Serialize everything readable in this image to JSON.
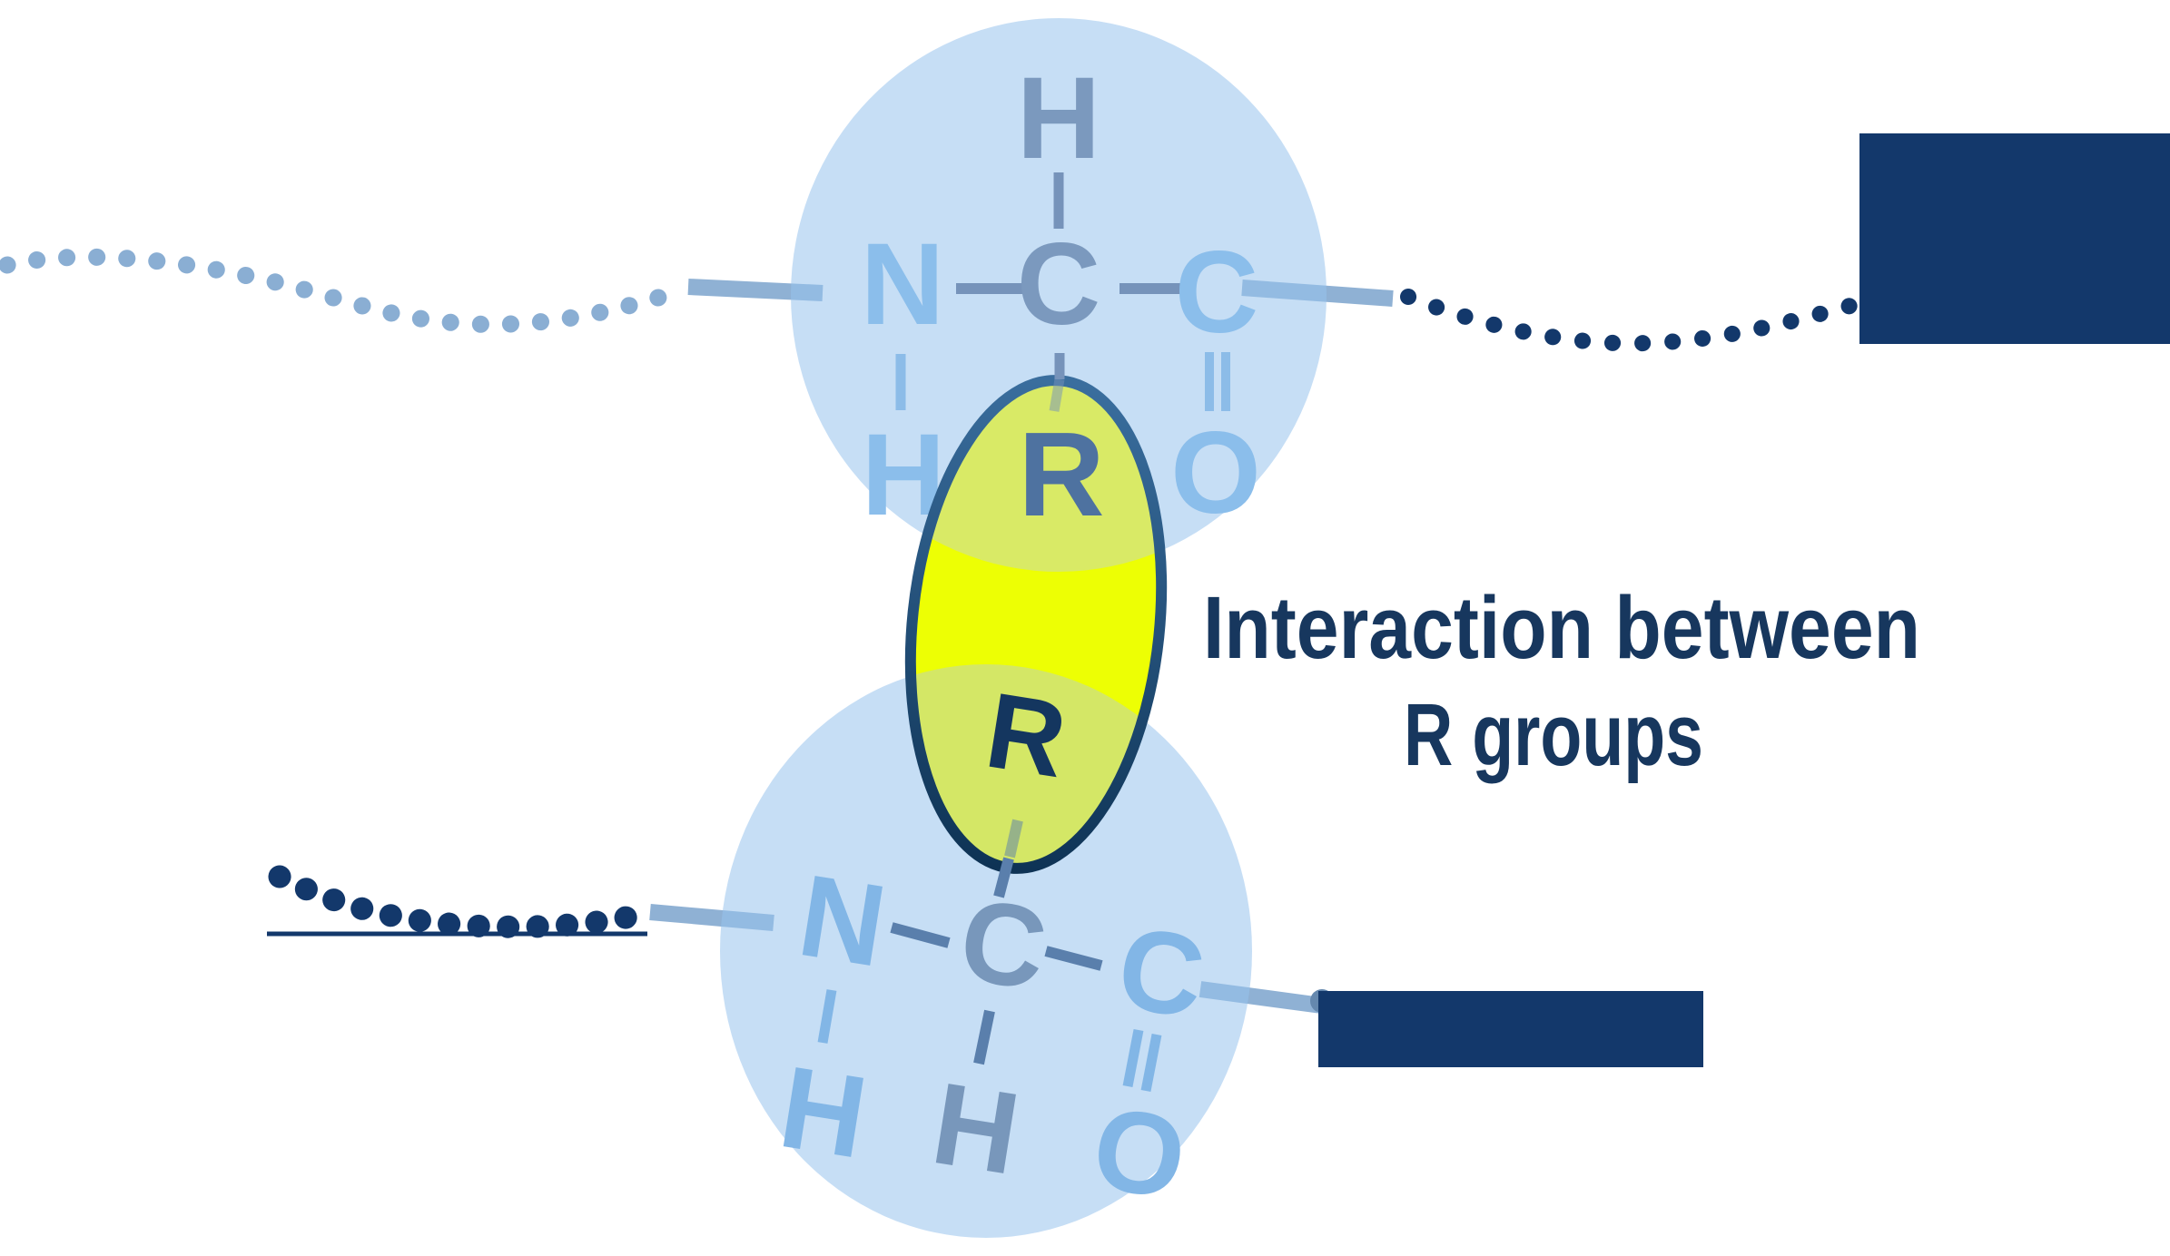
{
  "caption": {
    "line1": "Interaction between",
    "line2": "R groups"
  },
  "molecules": {
    "top": {
      "h_top": "H",
      "n": "N",
      "c_alpha": "C",
      "c_carbonyl": "C",
      "h_below_n": "H",
      "o": "O",
      "r": "R"
    },
    "bottom": {
      "n": "N",
      "c_alpha": "C",
      "c_carbonyl": "C",
      "h_below_n": "H",
      "h_below_c": "H",
      "o": "O",
      "r": "R"
    }
  },
  "colors": {
    "background": "#ffffff",
    "circle_fill": "#98C2EC",
    "chain_dots_light": "#8AAED3",
    "backbone_line_light": "#8FB1D4",
    "line_cap_dark": "#6588AE",
    "navy": "#13386B",
    "caption_text": "#17375E",
    "letter_light_top": "#8BBEEB",
    "letter_slate_top": "#7B99BE",
    "bond_slate_top": "#7693BA",
    "bond_light_top": "#8CBCE8",
    "letter_light_bottom": "#82B6E6",
    "letter_slate_bottom": "#7897BB",
    "bond_slate_bottom": "#5A7FAC",
    "bond_light_bottom": "#82B6E6",
    "ellipse_fill": "#EDFF04",
    "lens_top": "#D9EA66",
    "lens_bottom": "#D4E766",
    "ellipse_border_top": "#3A6E9E",
    "ellipse_border_bottom": "#0E3355",
    "r_top": "#4E72A0",
    "r_bottom": "#14365F"
  }
}
